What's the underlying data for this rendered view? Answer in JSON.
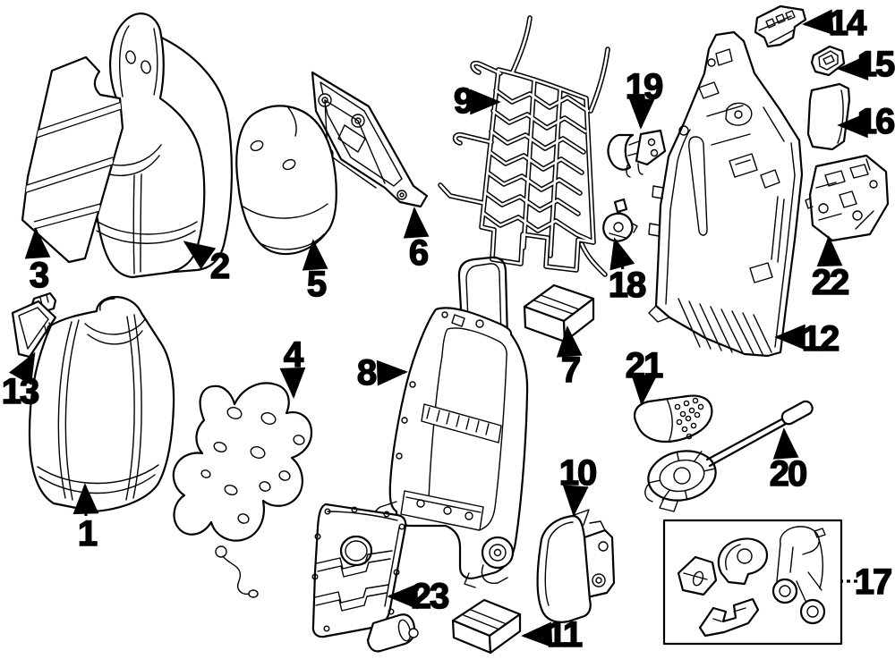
{
  "diagram": {
    "type": "exploded-parts-diagram",
    "colors": {
      "background": "#ffffff",
      "line": "#000000",
      "text": "#000000"
    },
    "callouts": [
      {
        "label": "1"
      },
      {
        "label": "2"
      },
      {
        "label": "3"
      },
      {
        "label": "4"
      },
      {
        "label": "5"
      },
      {
        "label": "6"
      },
      {
        "label": "7"
      },
      {
        "label": "8"
      },
      {
        "label": "9"
      },
      {
        "label": "10"
      },
      {
        "label": "11"
      },
      {
        "label": "12"
      },
      {
        "label": "13"
      },
      {
        "label": "14"
      },
      {
        "label": "15"
      },
      {
        "label": "16"
      },
      {
        "label": "17"
      },
      {
        "label": "18"
      },
      {
        "label": "19"
      },
      {
        "label": "20"
      },
      {
        "label": "21"
      },
      {
        "label": "22"
      },
      {
        "label": "23"
      }
    ]
  }
}
